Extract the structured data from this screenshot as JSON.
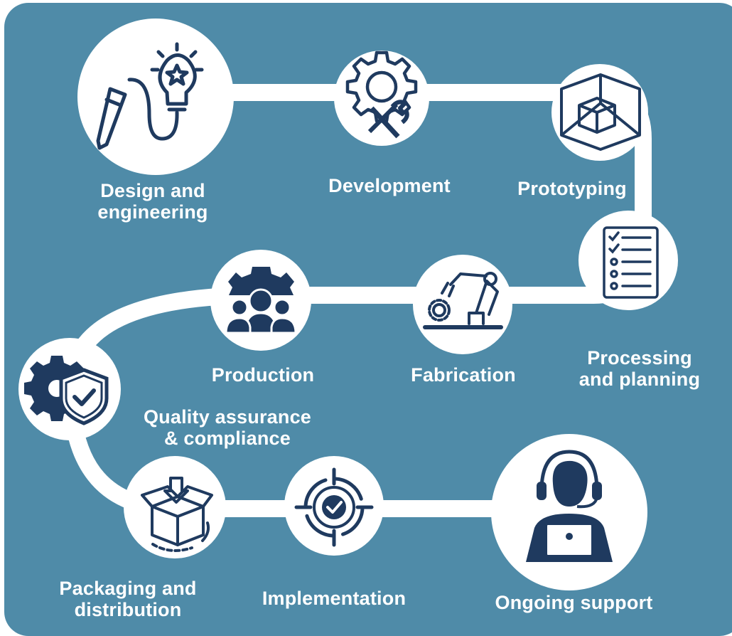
{
  "colors": {
    "background": "#4f8ba8",
    "circle": "#ffffff",
    "icon": "#1f3a5f",
    "path": "#ffffff",
    "label": "#ffffff"
  },
  "steps": [
    {
      "label": "Design and\nengineering",
      "icon": "lightbulb-pencil-icon"
    },
    {
      "label": "Development",
      "icon": "gear-wrench-icon"
    },
    {
      "label": "Prototyping",
      "icon": "cube-icon"
    },
    {
      "label": "Processing\nand planning",
      "icon": "checklist-icon"
    },
    {
      "label": "Fabrication",
      "icon": "robotic-arm-icon"
    },
    {
      "label": "Production",
      "icon": "team-gear-icon"
    },
    {
      "label": "Quality assurance\n& compliance",
      "icon": "gear-shield-check-icon"
    },
    {
      "label": "Packaging and\ndistribution",
      "icon": "package-box-icon"
    },
    {
      "label": "Implementation",
      "icon": "target-check-icon"
    },
    {
      "label": "Ongoing support",
      "icon": "headset-agent-icon"
    }
  ]
}
